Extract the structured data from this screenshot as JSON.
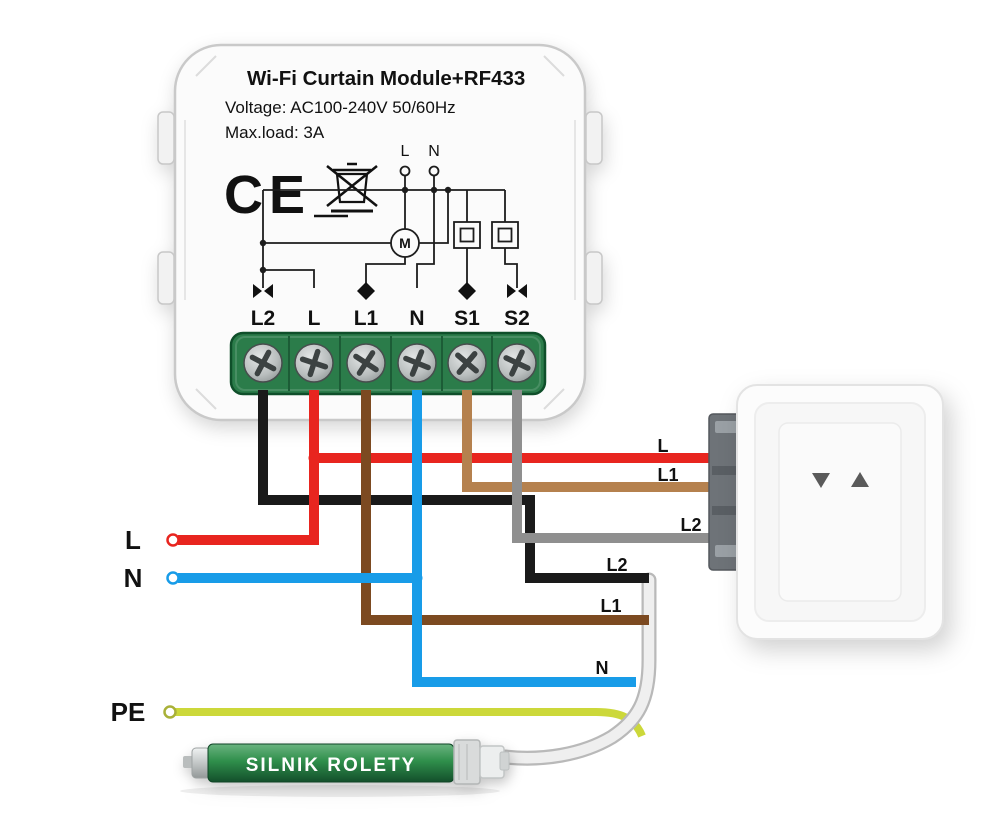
{
  "module": {
    "title": "Wi-Fi Curtain Module+RF433",
    "voltage": "Voltage: AC100-240V 50/60Hz",
    "max_load": "Max.load: 3A",
    "ce_mark": "CE",
    "schematic": {
      "live": "L",
      "neutral": "N",
      "motor_symbol": "M"
    },
    "terminals": [
      {
        "label": "L2"
      },
      {
        "label": "L"
      },
      {
        "label": "L1"
      },
      {
        "label": "N"
      },
      {
        "label": "S1"
      },
      {
        "label": "S2"
      }
    ]
  },
  "mains": {
    "live": "L",
    "neutral": "N",
    "earth": "PE"
  },
  "switch_wire_labels": {
    "l": "L",
    "l1": "L1",
    "l2": "L2"
  },
  "motor_wire_labels": {
    "l2": "L2",
    "l1": "L1",
    "n": "N"
  },
  "motor": {
    "label": "SILNIK ROLETY"
  },
  "colors": {
    "wire_black": "#1a1a1a",
    "wire_red": "#e8251f",
    "wire_brown": "#7c4a21",
    "wire_blue": "#189ce8",
    "wire_tan": "#b5814e",
    "wire_gray": "#8f8f8f",
    "wire_earth_green": "#ccd83a",
    "cable_white": "#efefef",
    "terminal_block": "#2b7c4a",
    "motor_body": "#2f8f4b"
  }
}
